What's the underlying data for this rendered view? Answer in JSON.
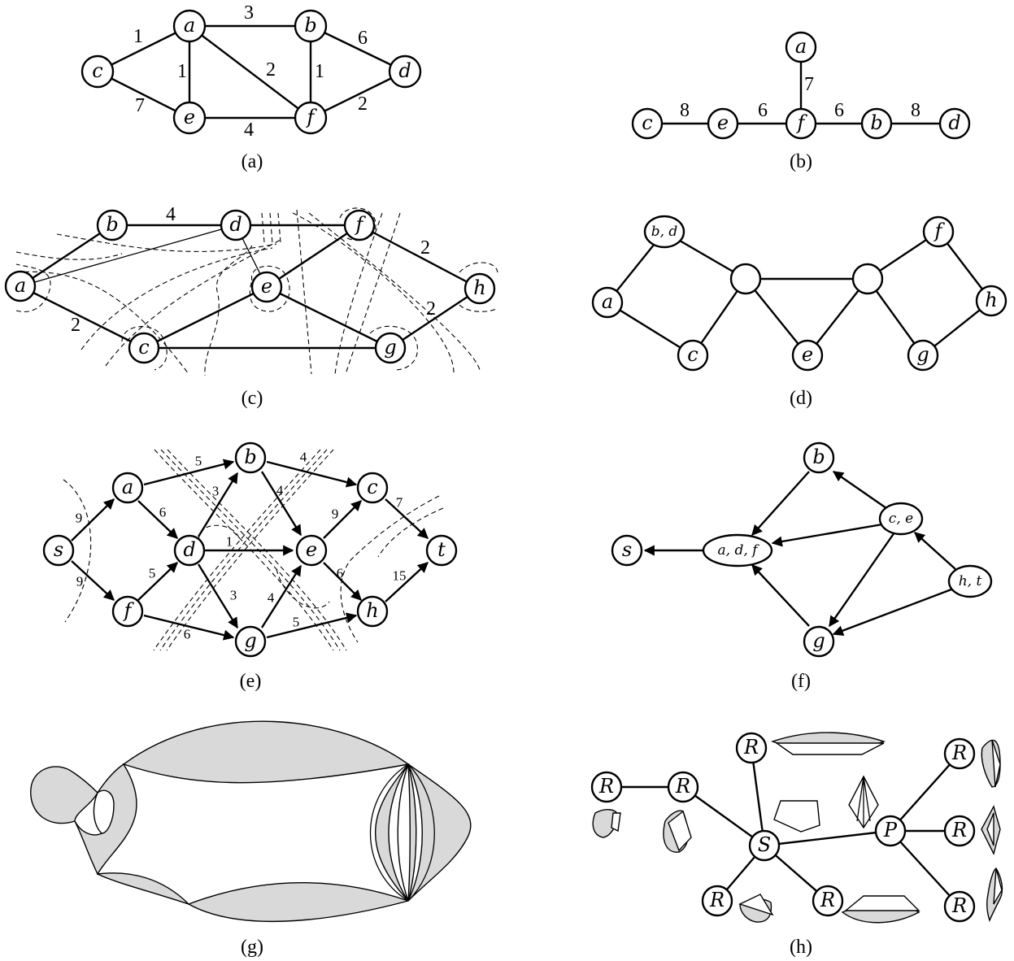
{
  "panels": {
    "a": {
      "caption": "(a)",
      "nodes": {
        "a": "a",
        "b": "b",
        "c": "c",
        "d": "d",
        "e": "e",
        "f": "f"
      },
      "edge_labels": {
        "ca": "1",
        "ab": "3",
        "bd": "6",
        "ae": "1",
        "af": "2",
        "bf": "1",
        "ce": "7",
        "ef": "4",
        "fd": "2"
      }
    },
    "b": {
      "caption": "(b)",
      "nodes": {
        "a": "a",
        "c": "c",
        "e": "e",
        "f": "f",
        "b": "b",
        "d": "d"
      },
      "edge_labels": {
        "af": "7",
        "ce": "8",
        "ef": "6",
        "fb": "6",
        "bd": "8"
      }
    },
    "c": {
      "caption": "(c)",
      "nodes": {
        "a": "a",
        "b": "b",
        "c": "c",
        "d": "d",
        "e": "e",
        "f": "f",
        "g": "g",
        "h": "h"
      },
      "edge_labels": {
        "bd": "4",
        "fh": "2",
        "ac": "2",
        "gh": "2"
      }
    },
    "d": {
      "caption": "(d)",
      "nodes": {
        "bd": "b, d",
        "a": "a",
        "c": "c",
        "e": "e",
        "f": "f",
        "h": "h",
        "g": "g"
      }
    },
    "e": {
      "caption": "(e)",
      "nodes": {
        "s": "s",
        "a": "a",
        "b": "b",
        "c": "c",
        "d": "d",
        "e": "e",
        "f": "f",
        "g": "g",
        "h": "h",
        "t": "t"
      },
      "edge_labels": {
        "sa": "9",
        "sf": "9",
        "ab": "5",
        "ad": "6",
        "fd": "5",
        "fg": "6",
        "db": "3",
        "de": "1",
        "dg": "3",
        "bc": "4",
        "be": "4",
        "ge": "4",
        "gh": "5",
        "ec": "9",
        "eh": "6",
        "ct": "7",
        "ht": "15"
      }
    },
    "f": {
      "caption": "(f)",
      "nodes": {
        "s": "s",
        "adf": "a, d, f",
        "b": "b",
        "ce": "c, e",
        "ht": "h, t",
        "g": "g"
      }
    },
    "g": {
      "caption": "(g)"
    },
    "h": {
      "caption": "(h)",
      "nodes": {
        "R1": "R",
        "R2": "R",
        "R3": "R",
        "S": "S",
        "P": "P",
        "R4": "R",
        "R5": "R",
        "R6": "R",
        "R7": "R",
        "R8": "R"
      }
    }
  }
}
